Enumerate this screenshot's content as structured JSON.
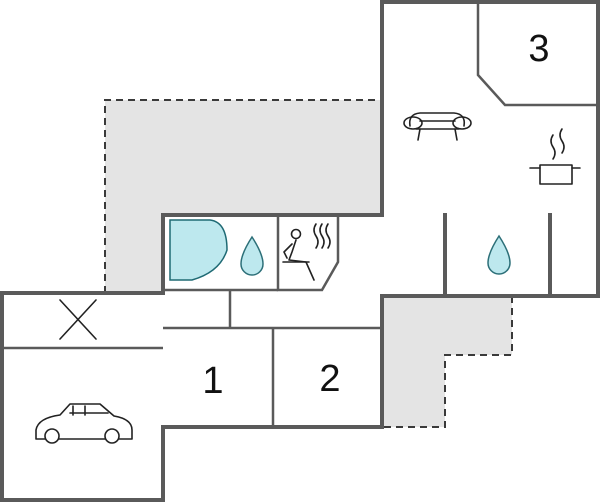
{
  "plan": {
    "room_labels": {
      "room_1": "1",
      "room_2": "2",
      "room_3": "3"
    },
    "icons": [
      "sofa-icon",
      "cooking-pot-icon",
      "shower-icon",
      "water-drop-icon",
      "sauna-icon",
      "car-icon",
      "cross-mark-icon"
    ],
    "colors": {
      "walls": "#5a5a5a",
      "terrace": "#e4e4e4",
      "water": "#bde8ee"
    }
  }
}
